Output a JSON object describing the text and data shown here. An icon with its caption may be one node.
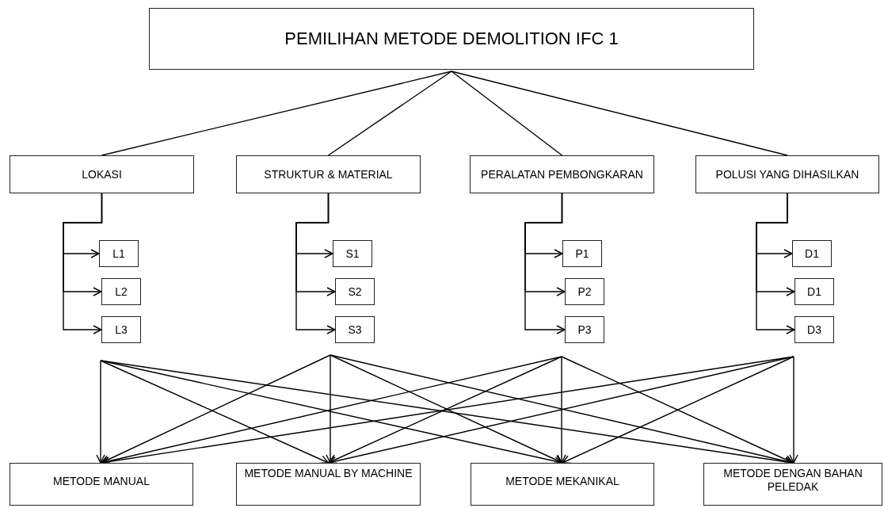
{
  "diagram": {
    "nodes": [
      {
        "text": [
          "PEMILIHAN METODE DEMOLITION IFC 1"
        ]
      },
      {
        "text": [
          "LOKASI"
        ]
      },
      {
        "text": [
          "STRUKTUR & MATERIAL"
        ]
      },
      {
        "text": [
          "PERALATAN PEMBONGKARAN"
        ]
      },
      {
        "text": [
          "POLUSI YANG DIHASILKAN"
        ]
      },
      {
        "text": [
          "L1"
        ]
      },
      {
        "text": [
          "L2"
        ]
      },
      {
        "text": [
          "L3"
        ]
      },
      {
        "text": [
          "S1"
        ]
      },
      {
        "text": [
          "S2"
        ]
      },
      {
        "text": [
          "S3"
        ]
      },
      {
        "text": [
          "P1"
        ]
      },
      {
        "text": [
          "P2"
        ]
      },
      {
        "text": [
          "P3"
        ]
      },
      {
        "text": [
          "D1"
        ]
      },
      {
        "text": [
          "D1"
        ]
      },
      {
        "text": [
          "D3"
        ]
      },
      {
        "text": [
          "METODE MANUAL"
        ]
      },
      {
        "text": [
          "METODE MANUAL BY MACHINE"
        ]
      },
      {
        "text": [
          "METODE MEKANIKAL"
        ]
      },
      {
        "text": [
          "METODE DENGAN BAHAN PELEDAK"
        ]
      }
    ],
    "edges": [
      {
        "from": 0,
        "to": 1,
        "arrow": "none"
      },
      {
        "from": 0,
        "to": 2,
        "arrow": "none"
      },
      {
        "from": 0,
        "to": 3,
        "arrow": "none"
      },
      {
        "from": 0,
        "to": 4,
        "arrow": "none"
      },
      {
        "from": 1,
        "to": 5,
        "arrow": "to"
      },
      {
        "from": 1,
        "to": 6,
        "arrow": "to"
      },
      {
        "from": 1,
        "to": 7,
        "arrow": "to"
      },
      {
        "from": 2,
        "to": 8,
        "arrow": "to"
      },
      {
        "from": 2,
        "to": 9,
        "arrow": "to"
      },
      {
        "from": 2,
        "to": 10,
        "arrow": "to"
      },
      {
        "from": 3,
        "to": 11,
        "arrow": "to"
      },
      {
        "from": 3,
        "to": 12,
        "arrow": "to"
      },
      {
        "from": 3,
        "to": 13,
        "arrow": "to"
      },
      {
        "from": 4,
        "to": 14,
        "arrow": "to"
      },
      {
        "from": 4,
        "to": 15,
        "arrow": "to"
      },
      {
        "from": 4,
        "to": 16,
        "arrow": "to"
      },
      {
        "from": null,
        "to": 17,
        "arrow": "to"
      },
      {
        "from": null,
        "to": 18,
        "arrow": "to"
      },
      {
        "from": null,
        "to": 19,
        "arrow": "to"
      },
      {
        "from": null,
        "to": 20,
        "arrow": "to"
      },
      {
        "from": null,
        "to": 17,
        "arrow": "to"
      },
      {
        "from": null,
        "to": 18,
        "arrow": "to"
      },
      {
        "from": null,
        "to": 19,
        "arrow": "to"
      },
      {
        "from": null,
        "to": 20,
        "arrow": "to"
      },
      {
        "from": null,
        "to": 17,
        "arrow": "to"
      },
      {
        "from": null,
        "to": 18,
        "arrow": "to"
      },
      {
        "from": null,
        "to": 19,
        "arrow": "to"
      },
      {
        "from": null,
        "to": 20,
        "arrow": "to"
      },
      {
        "from": null,
        "to": 17,
        "arrow": "to"
      },
      {
        "from": null,
        "to": 18,
        "arrow": "to"
      },
      {
        "from": null,
        "to": 19,
        "arrow": "to"
      },
      {
        "from": null,
        "to": 20,
        "arrow": "to"
      }
    ]
  }
}
